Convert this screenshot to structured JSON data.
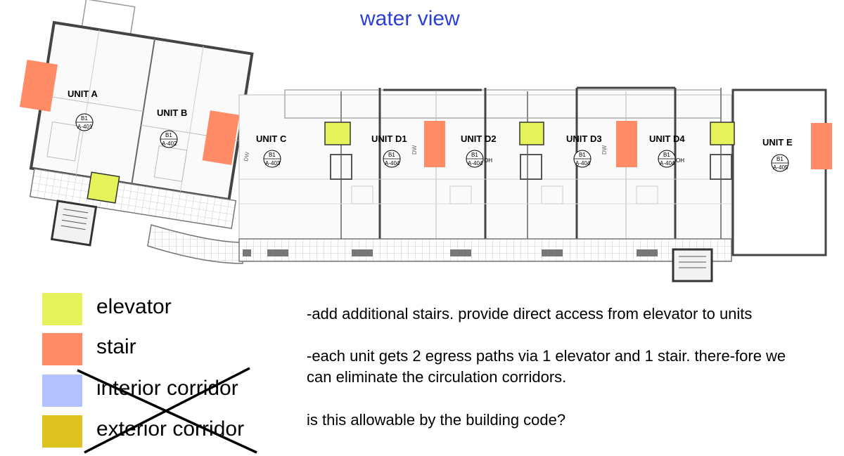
{
  "title": "water view",
  "colors": {
    "elevator": "#e6f25a",
    "stair": "#ff8c66",
    "interior_corridor": "#b6c1ff",
    "exterior_corridor": "#dec21f",
    "title": "#2b3fd6"
  },
  "units": [
    {
      "name": "UNIT A",
      "tag_top": "B1",
      "tag_bottom": "A-401"
    },
    {
      "name": "UNIT B",
      "tag_top": "B1",
      "tag_bottom": "A-402"
    },
    {
      "name": "UNIT C",
      "tag_top": "B1",
      "tag_bottom": "A-403"
    },
    {
      "name": "UNIT D1",
      "tag_top": "B1",
      "tag_bottom": "A-404"
    },
    {
      "name": "UNIT D2",
      "tag_top": "B1",
      "tag_bottom": "A-404",
      "extra": "OH"
    },
    {
      "name": "UNIT D3",
      "tag_top": "B1",
      "tag_bottom": "A-404"
    },
    {
      "name": "UNIT D4",
      "tag_top": "B1",
      "tag_bottom": "A-404",
      "extra": "OH"
    },
    {
      "name": "UNIT E",
      "tag_top": "B1",
      "tag_bottom": "A-405"
    }
  ],
  "plan_labels": {
    "dw": "DW"
  },
  "legend": [
    {
      "key": "elevator",
      "label": "elevator"
    },
    {
      "key": "stair",
      "label": "stair"
    },
    {
      "key": "interior_corridor",
      "label": "interior corridor"
    },
    {
      "key": "exterior_corridor",
      "label": "exterior corridor"
    }
  ],
  "notes": {
    "line1": "-add additional stairs.  provide direct access from elevator to units",
    "line2": "-each unit gets 2 egress paths via 1 elevator and 1 stair.  there-fore we can eliminate the circulation corridors.",
    "line3": "is this allowable by the building code?"
  }
}
